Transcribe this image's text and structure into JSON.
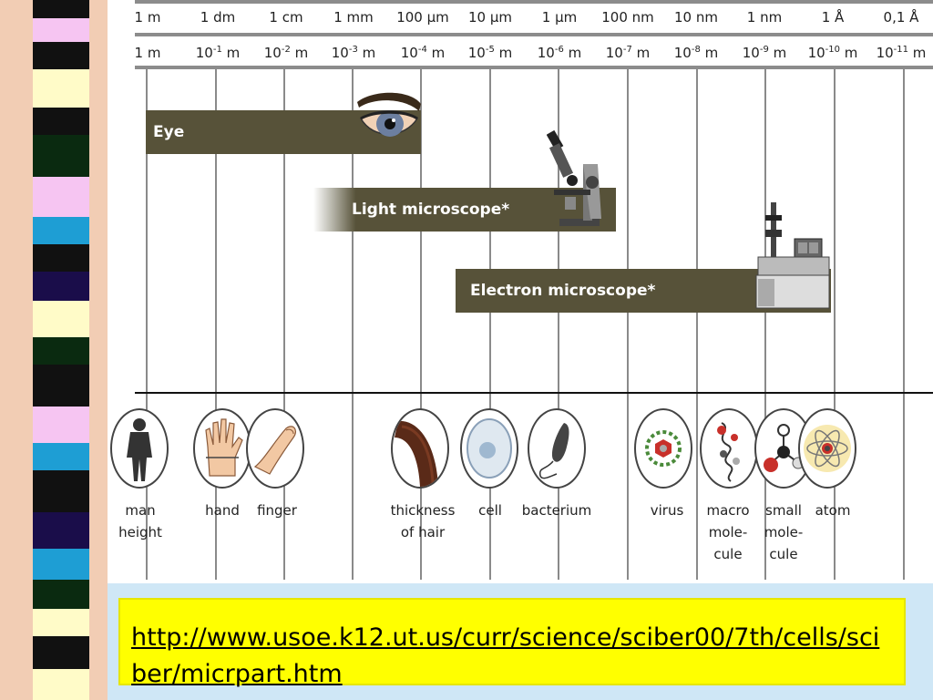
{
  "units": [
    "1 m",
    "1 dm",
    "1 cm",
    "1 mm",
    "100 µm",
    "10 µm",
    "1 µm",
    "100 nm",
    "10 nm",
    "1 nm",
    "1 Å",
    "0,1 Å"
  ],
  "powers": [
    {
      "base": "1 m",
      "exp": ""
    },
    {
      "base": "10",
      "exp": "-1",
      "unit": " m"
    },
    {
      "base": "10",
      "exp": "-2",
      "unit": " m"
    },
    {
      "base": "10",
      "exp": "-3",
      "unit": " m"
    },
    {
      "base": "10",
      "exp": "-4",
      "unit": " m"
    },
    {
      "base": "10",
      "exp": "-5",
      "unit": " m"
    },
    {
      "base": "10",
      "exp": "-6",
      "unit": " m"
    },
    {
      "base": "10",
      "exp": "-7",
      "unit": " m"
    },
    {
      "base": "10",
      "exp": "-8",
      "unit": " m"
    },
    {
      "base": "10",
      "exp": "-9",
      "unit": " m"
    },
    {
      "base": "10",
      "exp": "-10",
      "unit": " m"
    },
    {
      "base": "10",
      "exp": "-11",
      "unit": " m"
    }
  ],
  "bands": {
    "eye": "Eye",
    "light": "Light microscope*",
    "electron": "Electron microscope*"
  },
  "objects": [
    {
      "label": "man\nheight",
      "icon": "man-icon"
    },
    {
      "label": "hand",
      "icon": "hand-icon"
    },
    {
      "label": "finger",
      "icon": "finger-icon"
    },
    {
      "label": "thickness\nof hair",
      "icon": "hair-icon"
    },
    {
      "label": "cell",
      "icon": "cell-icon"
    },
    {
      "label": "bacterium",
      "icon": "bacterium-icon"
    },
    {
      "label": "virus",
      "icon": "virus-icon"
    },
    {
      "label": "macro\nmole-\ncule",
      "icon": "macromolecule-icon"
    },
    {
      "label": "small\nmole-\ncule",
      "icon": "small-molecule-icon"
    },
    {
      "label": "atom",
      "icon": "atom-icon"
    }
  ],
  "url": "http://www.usoe.k12.ut.us/curr/science/sciber00/7th/cells/sciber/micrpart.htm",
  "colors": {
    "band": "#575239",
    "footer": "#cfe7f6",
    "highlight": "#ffff00"
  }
}
